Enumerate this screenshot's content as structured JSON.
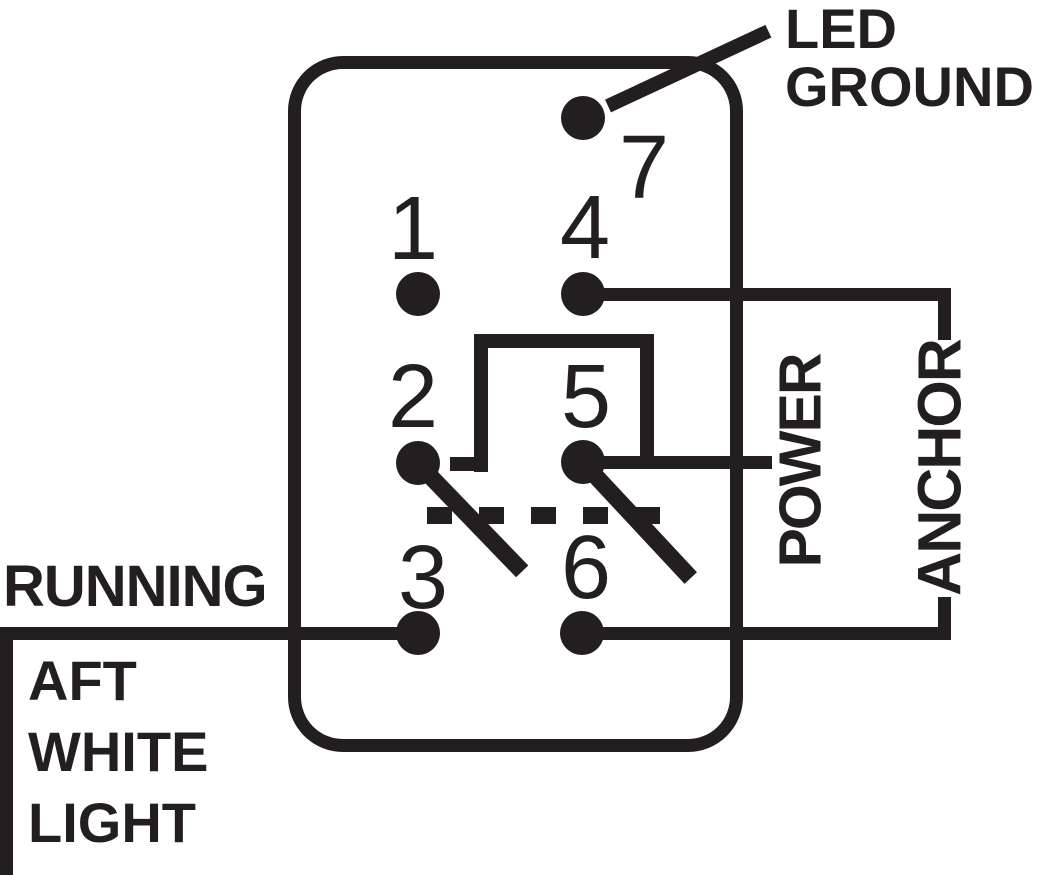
{
  "ink_color": "#231f20",
  "background_color": "#ffffff",
  "terminals": {
    "n1": "1",
    "n2": "2",
    "n3": "3",
    "n4": "4",
    "n5": "5",
    "n6": "6",
    "n7": "7"
  },
  "wire_labels": {
    "led_ground_line1": "LED",
    "led_ground_line2": "GROUND",
    "power": "POWER",
    "anchor": "ANCHOR",
    "running": "RUNNING",
    "aft_line1": "AFT",
    "aft_line2": "WHITE",
    "aft_line3": "LIGHT"
  }
}
